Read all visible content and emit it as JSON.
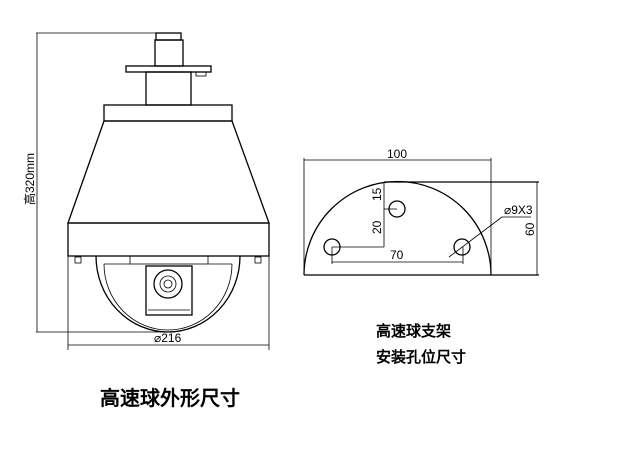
{
  "camera_view": {
    "height_label": "高320mm",
    "width_label": "⌀216",
    "caption": "高速球外形尺寸"
  },
  "bracket_view": {
    "width_label": "100",
    "height_label": "60",
    "hole_spacing_label": "70",
    "offset_top_label": "15",
    "offset_mid_label": "20",
    "hole_label": "⌀9X3",
    "caption_line1": "高速球支架",
    "caption_line2": "安装孔位尺寸"
  }
}
